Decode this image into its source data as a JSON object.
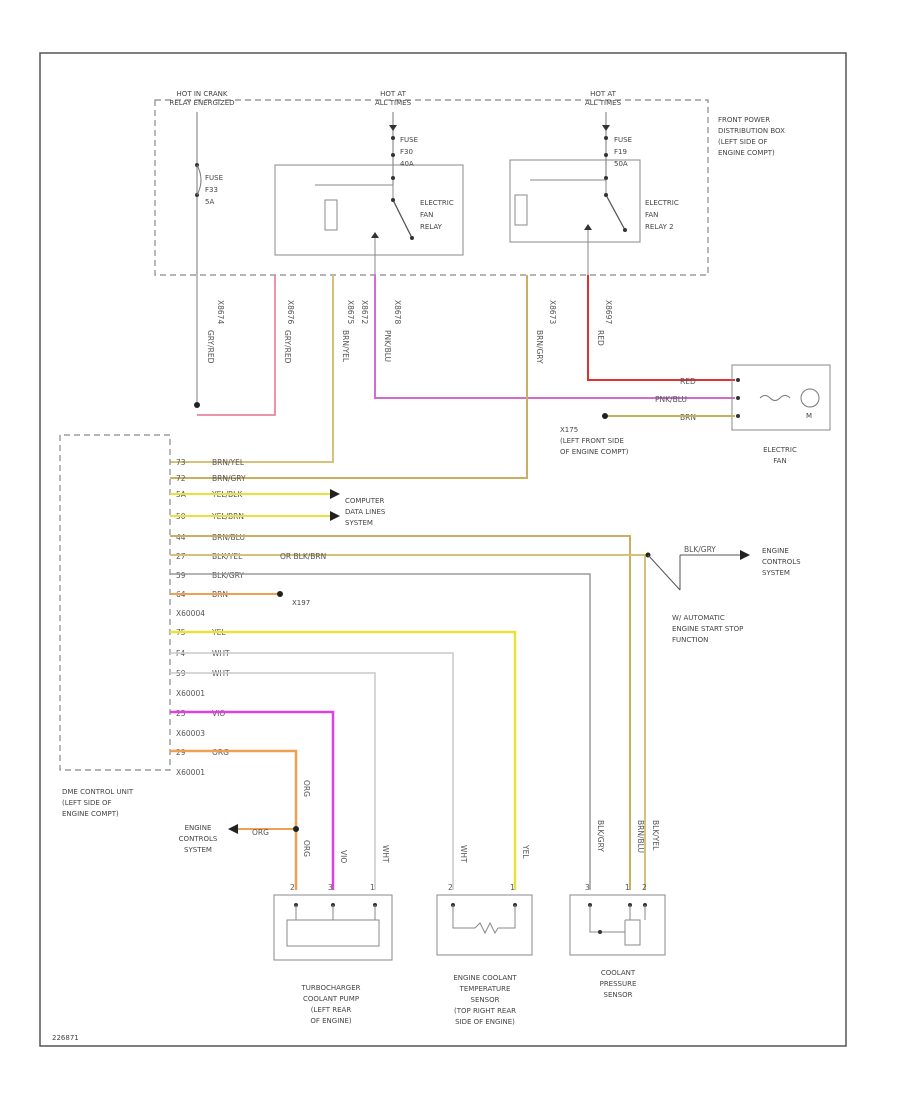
{
  "title": "",
  "power": {
    "hot_crank": [
      "HOT IN CRANK",
      "RELAY ENERGIZED"
    ],
    "hot_all_1": [
      "HOT AT",
      "ALL TIMES"
    ],
    "hot_all_2": [
      "HOT AT",
      "ALL TIMES"
    ]
  },
  "fuses": {
    "f1": [
      "FUSE",
      "F33",
      "5A"
    ],
    "f2": [
      "FUSE",
      "F30",
      "40A"
    ],
    "f3": [
      "FUSE",
      "F19",
      "50A"
    ]
  },
  "relays": {
    "r1": [
      "ELECTRIC",
      "FAN",
      "RELAY"
    ],
    "r2": [
      "ELECTRIC",
      "FAN",
      "RELAY 2"
    ]
  },
  "pdb": [
    "FRONT POWER",
    "DISTRIBUTION BOX",
    "(LEFT SIDE OF",
    "ENGINE COMPT)"
  ],
  "pdb_pins": [
    "X8674",
    "X8676",
    "X8675",
    "X8672",
    "X8678",
    "X8673",
    "X8697"
  ],
  "pdb_wires": [
    "GRY/RED",
    "GRY/RED",
    "BRN/YEL",
    "PNK/BLU",
    "BRN/GRY",
    "RED"
  ],
  "fan": {
    "wires": [
      "RED",
      "PNK/BLU",
      "BRN"
    ],
    "ground": [
      "X175",
      "(LEFT FRONT SIDE",
      "OF ENGINE COMPT)"
    ],
    "label": [
      "ELECTRIC",
      "FAN"
    ],
    "motor": "M"
  },
  "dme": {
    "pins": [
      "73",
      "72",
      "5A",
      "50",
      "44",
      "27",
      "59",
      "64",
      "75",
      "F4",
      "59",
      "25",
      "29"
    ],
    "wires": [
      "BRN/YEL",
      "BRN/GRY",
      "YEL/BLK",
      "YEL/BRN",
      "BRN/BLU",
      "BLK/YEL",
      "BLK/GRY",
      "BRN",
      "YEL",
      "WHT",
      "WHT",
      "VIO",
      "ORG"
    ],
    "connectors": [
      "X60004",
      "X60001",
      "X60003",
      "X60001"
    ],
    "label": [
      "DME CONTROL UNIT",
      "(LEFT SIDE OF",
      "ENGINE COMPT)"
    ]
  },
  "refs": {
    "computer": [
      "COMPUTER",
      "DATA LINES",
      "SYSTEM"
    ],
    "engine_controls": [
      "ENGINE",
      "CONTROLS",
      "SYSTEM"
    ],
    "engine_controls_left": [
      "ENGINE",
      "CONTROLS",
      "SYSTEM"
    ],
    "ground": "X197",
    "or_label": "OR BLK/BRN",
    "wire_blkgry": "BLK/GRY",
    "wire_org": "ORG",
    "auto_note": [
      "W/ AUTOMATIC",
      "ENGINE START STOP",
      "FUNCTION"
    ]
  },
  "components": {
    "pump": [
      "TURBOCHARGER",
      "COOLANT PUMP",
      "(LEFT REAR",
      "OF ENGINE)"
    ],
    "temp": [
      "ENGINE COOLANT",
      "TEMPERATURE",
      "SENSOR",
      "(TOP RIGHT REAR",
      "SIDE OF ENGINE)"
    ],
    "press": [
      "COOLANT",
      "PRESSURE",
      "SENSOR"
    ]
  },
  "comp_wires": {
    "pump": [
      "ORG",
      "VIO",
      "WHT"
    ],
    "temp": [
      "WHT",
      "YEL"
    ],
    "press": [
      "BLK/GRY",
      "BRN/BLU",
      "BLK/YEL"
    ],
    "pump_pins": [
      "2",
      "3",
      "1"
    ],
    "temp_pins": [
      "2",
      "1"
    ],
    "press_pins": [
      "3",
      "1",
      "2"
    ]
  },
  "footer": "226871",
  "colors": {
    "pink": "#e8708e",
    "tan": "#d7c07a",
    "magenta": "#d26cd2",
    "red": "#e23030",
    "yellow": "#e8e23a",
    "gray": "#9a9a9a",
    "orange": "#f0a050",
    "brown": "#c8b060"
  }
}
